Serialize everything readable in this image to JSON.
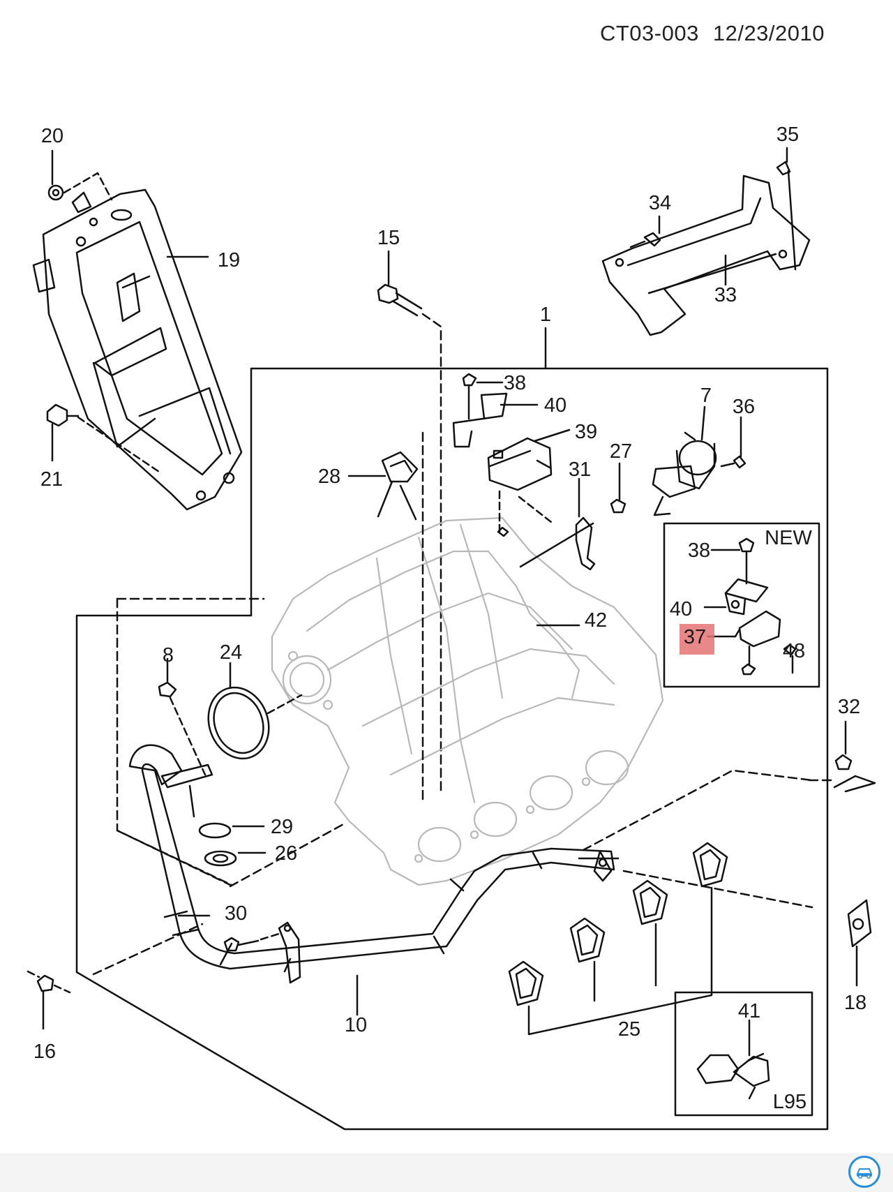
{
  "header": {
    "code": "CT03-003",
    "date": "12/23/2010"
  },
  "callouts": [
    {
      "id": "c20",
      "text": "20"
    },
    {
      "id": "c19",
      "text": "19"
    },
    {
      "id": "c21",
      "text": "21"
    },
    {
      "id": "c15",
      "text": "15"
    },
    {
      "id": "c1",
      "text": "1"
    },
    {
      "id": "c35",
      "text": "35"
    },
    {
      "id": "c34",
      "text": "34"
    },
    {
      "id": "c33",
      "text": "33"
    },
    {
      "id": "c38a",
      "text": "38"
    },
    {
      "id": "c40a",
      "text": "40"
    },
    {
      "id": "c39",
      "text": "39"
    },
    {
      "id": "c7",
      "text": "7"
    },
    {
      "id": "c36",
      "text": "36"
    },
    {
      "id": "c28",
      "text": "28"
    },
    {
      "id": "c31",
      "text": "31"
    },
    {
      "id": "c27",
      "text": "27"
    },
    {
      "id": "c42",
      "text": "42"
    },
    {
      "id": "c8",
      "text": "8"
    },
    {
      "id": "c24",
      "text": "24"
    },
    {
      "id": "c29",
      "text": "29"
    },
    {
      "id": "c26",
      "text": "26"
    },
    {
      "id": "c30",
      "text": "30"
    },
    {
      "id": "c10",
      "text": "10"
    },
    {
      "id": "c16",
      "text": "16"
    },
    {
      "id": "c25",
      "text": "25"
    },
    {
      "id": "c32",
      "text": "32"
    },
    {
      "id": "c18",
      "text": "18"
    },
    {
      "id": "c38b",
      "text": "38"
    },
    {
      "id": "c40b",
      "text": "40"
    },
    {
      "id": "c37",
      "text": "37"
    },
    {
      "id": "c48",
      "text": "48"
    },
    {
      "id": "c41",
      "text": "41"
    }
  ],
  "insets": {
    "new_variant": {
      "label": "NEW"
    },
    "l95_variant": {
      "label": "L95"
    }
  },
  "highlight_color": "#e57373",
  "icons": {
    "app_badge": "car-logo-icon"
  }
}
